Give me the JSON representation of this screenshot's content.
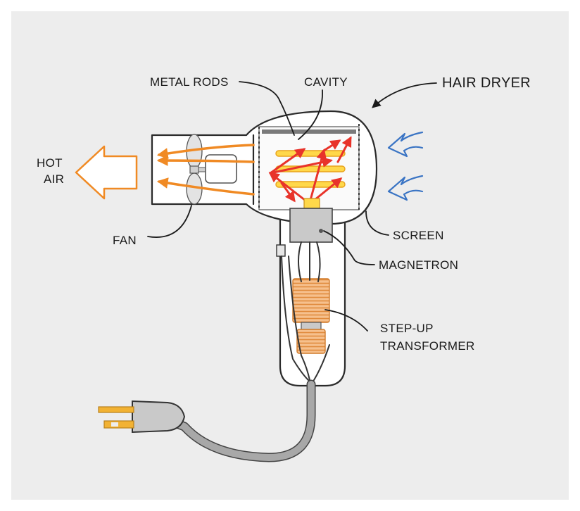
{
  "labels": {
    "hair_dryer": "HAIR DRYER",
    "metal_rods": "METAL RODS",
    "cavity": "CAVITY",
    "hot_air_line1": "HOT",
    "hot_air_line2": "AIR",
    "fan": "FAN",
    "screen": "SCREEN",
    "magnetron": "MAGNETRON",
    "transformer_line1": "STEP-UP",
    "transformer_line2": "TRANSFORMER"
  },
  "colors": {
    "background_panel": "#ededed",
    "body_fill": "#ffffff",
    "outline": "#2a2a2a",
    "hot_air_arrow": "#f08a24",
    "intake_arrow": "#3a74c4",
    "rod_fill": "#ffd84a",
    "rod_stroke": "#e8a21a",
    "microwave_ray": "#e8332a",
    "coil": "#f0a763",
    "magnetron_block": "#c9c9c9",
    "plug_prongs": "#f2b233",
    "cord": "#a8a8a8"
  }
}
